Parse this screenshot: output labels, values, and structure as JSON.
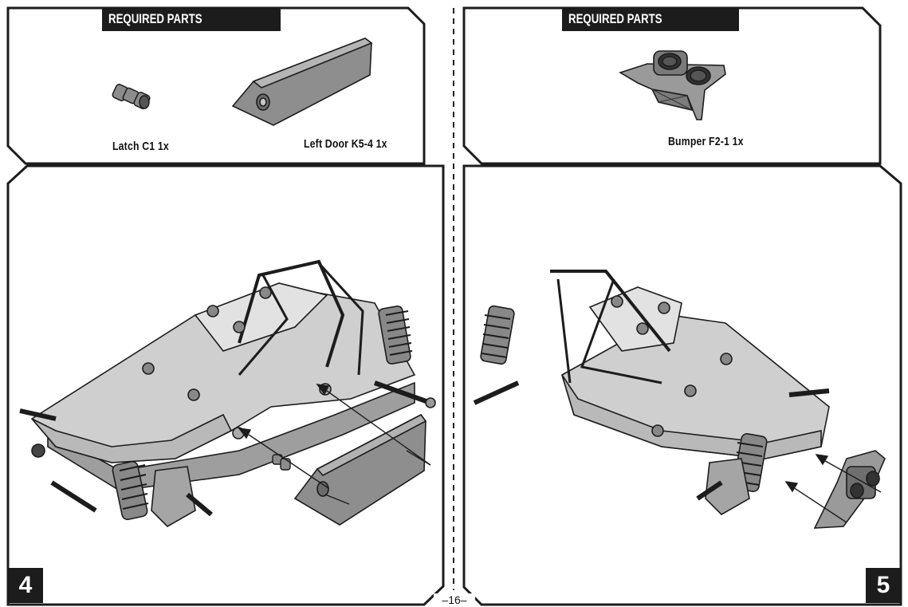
{
  "left_parts": {
    "title": "REQUIRED PARTS",
    "items": [
      {
        "label": "Latch C1  1x"
      },
      {
        "label": "Left Door K5-4  1x"
      }
    ]
  },
  "right_parts": {
    "title": "REQUIRED PARTS",
    "items": [
      {
        "label": "Bumper F2-1  1x"
      }
    ]
  },
  "steps": [
    {
      "number": "4"
    },
    {
      "number": "5"
    }
  ],
  "page_number": "–16–",
  "colors": {
    "ink": "#1c1c1c",
    "part_fill": "#9a9a9a",
    "chassis_fill": "#d4d4d4"
  }
}
